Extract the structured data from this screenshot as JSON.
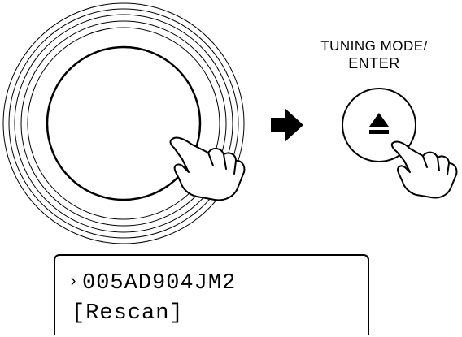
{
  "button": {
    "label_line1": "TUNING MODE/",
    "label_line2": "ENTER"
  },
  "display": {
    "cursor": "›",
    "line1": "005AD904JM2",
    "line2": "[Rescan]"
  },
  "icons": {
    "knob": "rotary-knob",
    "arrow": "arrow-right-icon",
    "eject": "eject-icon",
    "hand": "pointing-hand-icon"
  }
}
